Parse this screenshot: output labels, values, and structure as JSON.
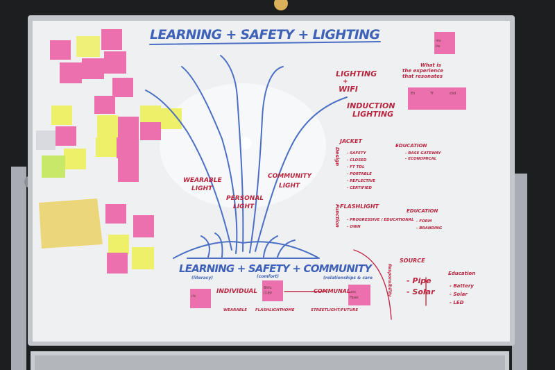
{
  "colors": {
    "whiteboard": "#eef0f2",
    "frame": "#c7cbd0",
    "blue_marker": "#3f62b8",
    "red_marker": "#b8263f",
    "pink_note": "#ec6fae",
    "yellow_note": "#eef06a",
    "lime_note": "#c8e86a",
    "kraft_note": "#ecd67a"
  },
  "board": {
    "title": "LEARNING + SAFETY + LIGHTING",
    "tree": {
      "left_branch": [
        "WEARABLE",
        "LIGHT"
      ],
      "center": [
        "PERSONAL",
        "LIGHT"
      ],
      "right_branch": [
        "COMMUNITY",
        "LIGHT"
      ],
      "base": "LEARNING + SAFETY + COMMUNITY",
      "base_sub": [
        "(literacy)",
        "(comfort)",
        "(relationships & care"
      ]
    },
    "top_right": {
      "lighting_wifi": [
        "LIGHTING",
        "+",
        "WIFI"
      ],
      "induction": [
        "INDUCTION",
        "LIGHTING"
      ],
      "question": [
        "What is",
        "the experience",
        "that resonates"
      ]
    },
    "jacket": {
      "heading": "JACKET",
      "items": [
        "- SAFETY",
        "- CLOSED",
        "- FT TDL",
        "- PORTABLE",
        "- REFLECTIVE",
        "- CERTIFIED"
      ]
    },
    "education_1": {
      "heading": "EDUCATION",
      "items": [
        "- BASE GATEWAY",
        "- ECONOMICAL"
      ]
    },
    "flashlight": {
      "heading": "FLASHLIGHT",
      "items": [
        "- PROGRESSIVE / EDUCATIONAL",
        "- OWN"
      ]
    },
    "education_2": {
      "heading": "EDUCATION",
      "items": [
        "- FORM",
        "- BRANDING"
      ]
    },
    "source": {
      "heading": "SOURCE",
      "items": [
        "- Pipe",
        "- Solar"
      ]
    },
    "education_3": {
      "heading": "Education",
      "items": [
        "- Battery",
        "- Solar",
        "- LED"
      ]
    },
    "bottom_row": {
      "individual": "INDIVIDUAL",
      "communal": "COMMUNAL",
      "words": [
        "WEARABLE",
        "FLASHLIGHT",
        "HOME",
        "STREETLIGHT/FUTURE"
      ]
    },
    "side_labels": [
      "Design",
      "Function",
      "Responsibility"
    ]
  }
}
